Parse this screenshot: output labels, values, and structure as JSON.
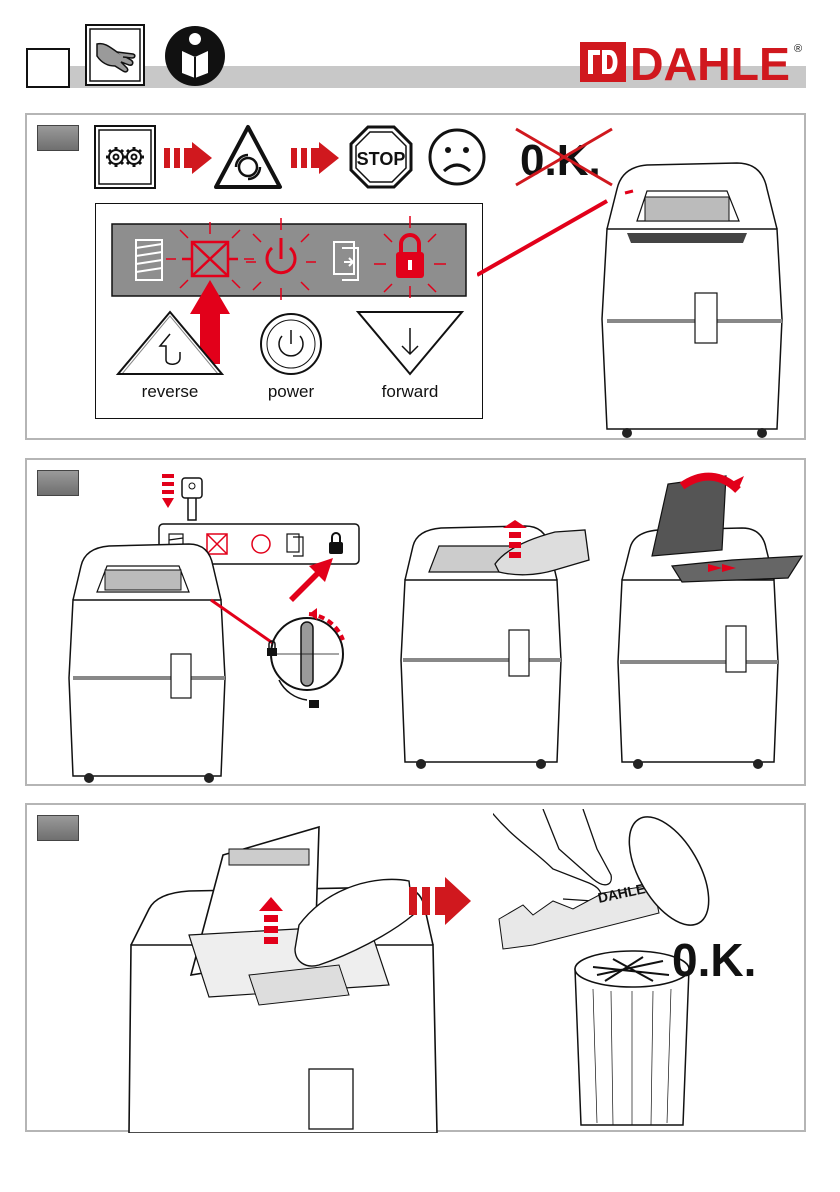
{
  "brand": {
    "name": "DAHLE",
    "registered": "®",
    "color": "#d0181e"
  },
  "header": {
    "icons": [
      "hand-icon",
      "read-manual-icon"
    ],
    "bar_color": "#c8c8c8"
  },
  "step1": {
    "flow_icons": [
      "gears-icon",
      "rotation-hazard-icon",
      "stop-sign-icon",
      "sad-face-icon"
    ],
    "stop_text": "STOP",
    "ok_text": "0.K.",
    "ok_crossed": true,
    "panel": {
      "indicators": [
        "bin-full-indicator",
        "jam-indicator",
        "power-indicator",
        "door-indicator",
        "lock-indicator"
      ],
      "buttons": [
        {
          "label": "reverse",
          "icon": "reverse-arrow-icon"
        },
        {
          "label": "power",
          "icon": "power-icon"
        },
        {
          "label": "forward",
          "icon": "forward-arrow-icon"
        }
      ]
    },
    "highlight_color": "#e2001a"
  },
  "step2": {
    "scenes": [
      "insert-key-unlock",
      "lift-paper-stack",
      "open-lid-remove-paper"
    ]
  },
  "step3": {
    "scenes": [
      "pull-jammed-paper",
      "dispose-in-bin"
    ],
    "ok_text": "0.K.",
    "shredder_logo_text": "DAHLE"
  }
}
